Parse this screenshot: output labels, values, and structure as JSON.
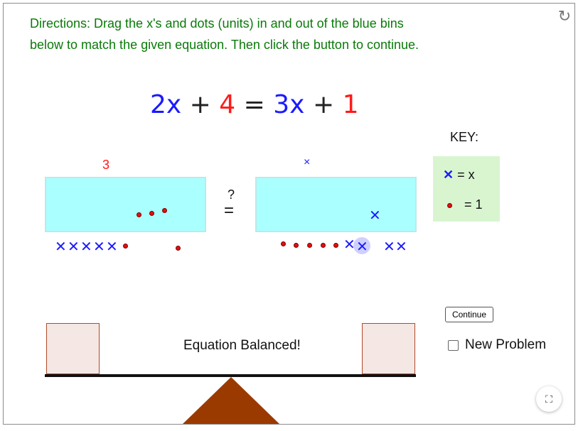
{
  "directions": {
    "line1": "Directions: Drag the x's and dots (units) in and out of the blue bins",
    "line2": "below to match the given equation.  Then click the button to continue."
  },
  "equation": {
    "left_coef": "2x",
    "plus1": "+",
    "left_const": "4",
    "equals": "=",
    "right_coef": "3x",
    "plus2": "+",
    "right_const": "1"
  },
  "key": {
    "title": "KEY:",
    "x_meaning": "= x",
    "dot_meaning": "= 1"
  },
  "left_bin": {
    "count_label": "3"
  },
  "right_bin": {
    "count_label": "×"
  },
  "compare": {
    "question": "?",
    "equals": "="
  },
  "balance": {
    "status": "Equation Balanced!"
  },
  "controls": {
    "continue_label": "Continue",
    "new_problem_label": "New Problem"
  },
  "colors": {
    "directions": "#0a7a0a",
    "x_blue": "#1a1aff",
    "unit_red": "#ff1a1a",
    "bin": "#aaffff",
    "key_bg": "#d8f5d0",
    "fulcrum": "#9b3a00"
  },
  "icons": {
    "reload": "reload-icon",
    "fullscreen": "fullscreen-icon"
  }
}
